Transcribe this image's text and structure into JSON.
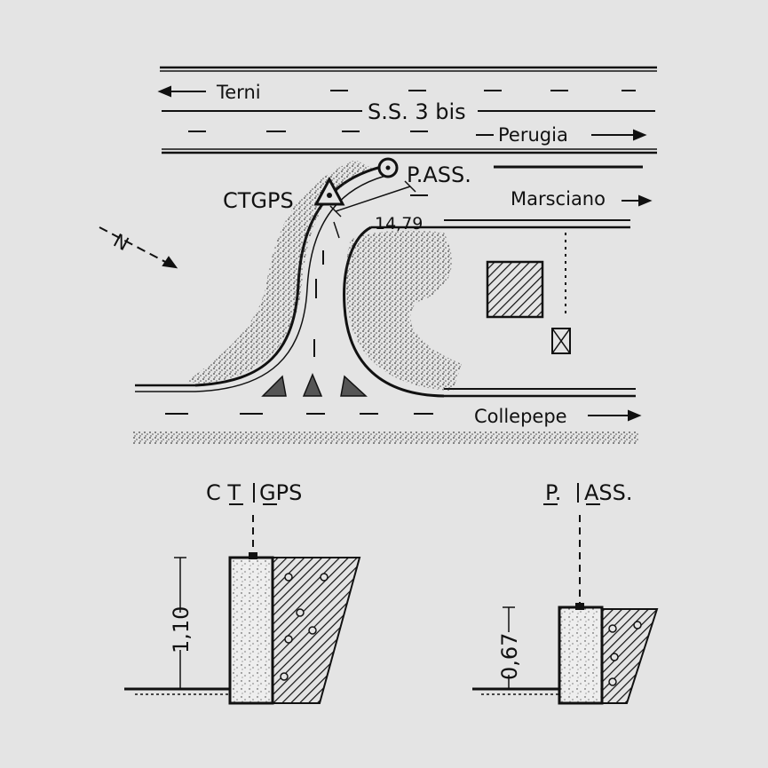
{
  "plan": {
    "road_name": "S.S. 3 bis",
    "direction_terni": "Terni",
    "direction_perugia": "Perugia",
    "direction_marsciano": "Marsciano",
    "direction_collepepe": "Collepepe",
    "benchmark_ctgps": "CTGPS",
    "benchmark_pass": "P.ASS.",
    "distance": "14,79",
    "north_symbol": "N"
  },
  "sections": [
    {
      "label_left": "C T",
      "label_right": "GPS",
      "height": "1,10"
    },
    {
      "label_left": "P.",
      "label_right": "ASS.",
      "height": "0,67"
    }
  ],
  "colors": {
    "ink": "#111111",
    "paper": "#e4e4e4"
  }
}
